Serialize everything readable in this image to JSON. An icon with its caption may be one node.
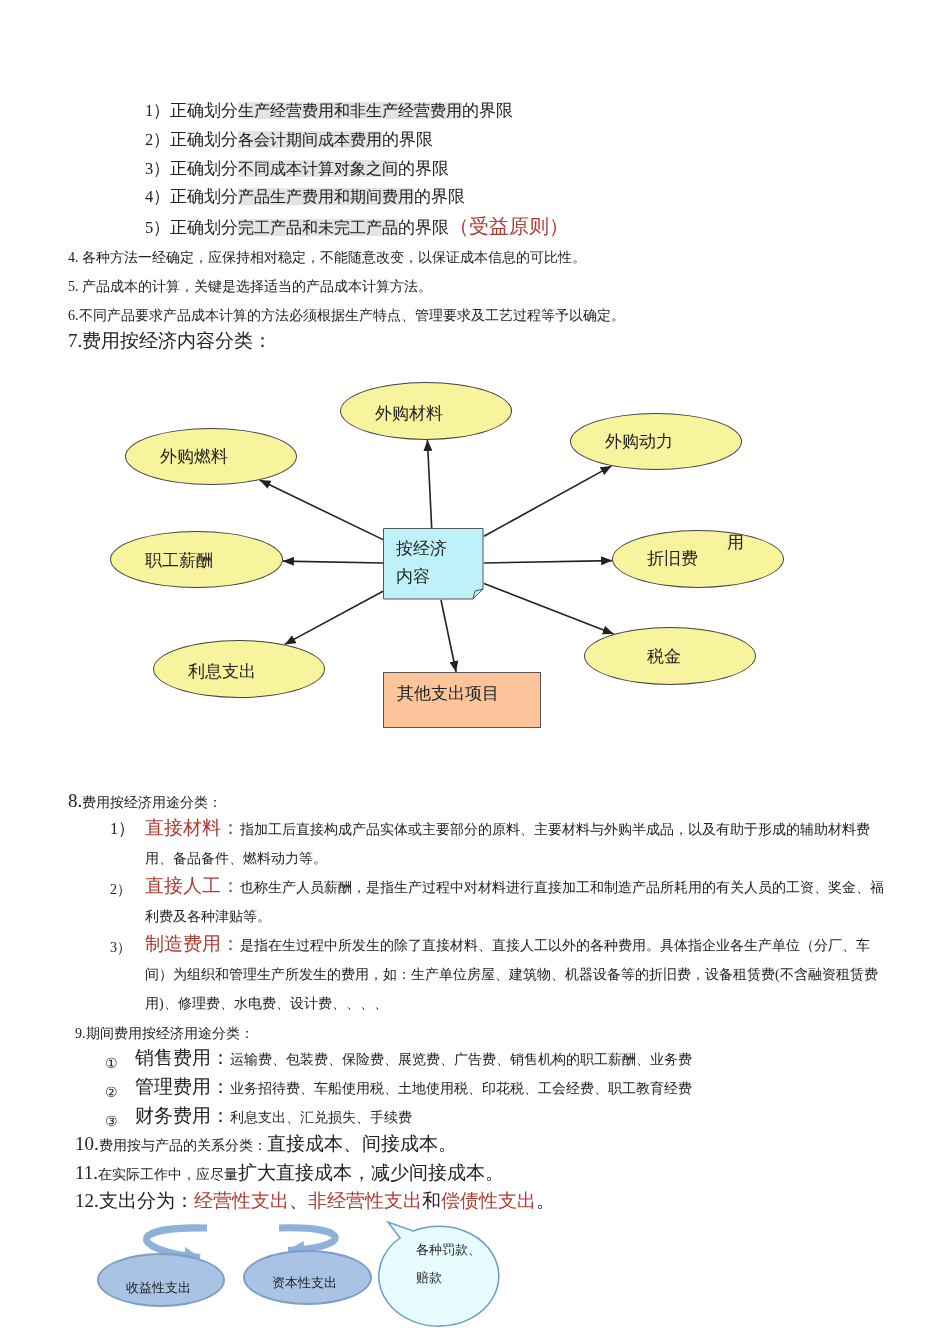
{
  "diagram": {
    "nodes": [
      {
        "text": [
          "外购材料"
        ]
      },
      {
        "text": [
          "外购燃料"
        ]
      },
      {
        "text": [
          "外购动力"
        ]
      },
      {
        "text": [
          "职工薪酬"
        ]
      },
      {
        "text": [
          "按经济内容"
        ]
      },
      {
        "text": [
          "折旧费",
          "用"
        ]
      },
      {
        "text": [
          "利息支出"
        ]
      },
      {
        "text": [
          "其他支出项目"
        ]
      },
      {
        "text": [
          "税金"
        ]
      },
      {
        "text": [
          "收益性支出"
        ]
      },
      {
        "text": [
          "资本性支出"
        ]
      },
      {
        "text": [
          "各种罚款、赔款"
        ]
      }
    ],
    "edges": [
      {
        "from": 4,
        "to": 0,
        "arrow": "to"
      },
      {
        "from": 4,
        "to": 1,
        "arrow": "to"
      },
      {
        "from": 4,
        "to": 2,
        "arrow": "to"
      },
      {
        "from": 4,
        "to": 3,
        "arrow": "to"
      },
      {
        "from": 4,
        "to": 5,
        "arrow": "to"
      },
      {
        "from": 4,
        "to": 8,
        "arrow": "to"
      },
      {
        "from": 4,
        "to": 6,
        "arrow": "to"
      },
      {
        "from": 4,
        "to": 7,
        "arrow": "to"
      },
      {
        "from": null,
        "to": 9,
        "arrow": "to",
        "style": "thick",
        "color": "#8fb0d8"
      },
      {
        "from": null,
        "to": 10,
        "arrow": "to",
        "style": "thick",
        "color": "#8fb0d8"
      }
    ],
    "labels": [
      "1）正确划分",
      "生产经营费用和非生产经营费用",
      "的界限",
      "2）正确划分",
      "各会计期间成本费用",
      "的界限",
      "3）正确划分",
      "不同成本计算对象之间",
      "的界限",
      "4）正确划分",
      "产品生产费用和期间费用",
      "的界限",
      "5）正确划分",
      "完工产品和未完工产品",
      "的界限",
      "（受益原则）",
      "4. 各种方法一经确定，应保持相对稳定，不能随意改变，以保证成本信息的可比性。",
      "5. 产品成本的计算，关键是选择适当的产品成本计算方法。",
      "6.不同产品要求产品成本计算的方法必须根据生产特点、管理要求及工艺过程等予以确定。",
      "7.费用按经济内容分类：",
      "8.",
      "费用按经济用途分类：",
      "1）",
      "直接材料：",
      "指加工后直接构成产品实体或主要部分的原料、主要材料与外购半成品，以及有助于形成的辅助材料费用、备品备件、燃料动力等。",
      "2）",
      "直接人工：",
      "也称生产人员薪酬，是指生产过程中对材料进行直接加工和制造产品所耗用的有关人员的工资、奖金、福利费及各种津贴等。",
      "3）",
      "制造费用：",
      "是指在生过程中所发生的除了直接材料、直接人工以外的各种费用。具体指企业各生产单位（分厂、车间）为组织和管理生产所发生的费用，如：生产单位房屋、建筑物、机器设备等的折旧费，设备租赁费(不含融资租赁费用)、修理费、水电费、设计费、、、、",
      "9.期间费用按经济用途分类：",
      "①",
      "销售费用：",
      "运输费、包装费、保险费、展览费、广告费、销售机构的职工薪酬、业务费",
      "②",
      "管理费用：",
      "业务招待费、车船使用税、土地使用税、印花税、工会经费、职工教育经费",
      "③",
      "财务费用：",
      "利息支出、汇兑损失、手续费",
      "10.",
      "费用按与产品的关系分类：",
      "直接成本、间接成本。",
      "11.",
      "在实际工作中，应尽量",
      "扩大直接成本，减少间接成本。",
      "12.支出分为：",
      "经营性支出",
      "、",
      "非经营性支出",
      "和",
      "偿债性支出",
      "。"
    ]
  }
}
